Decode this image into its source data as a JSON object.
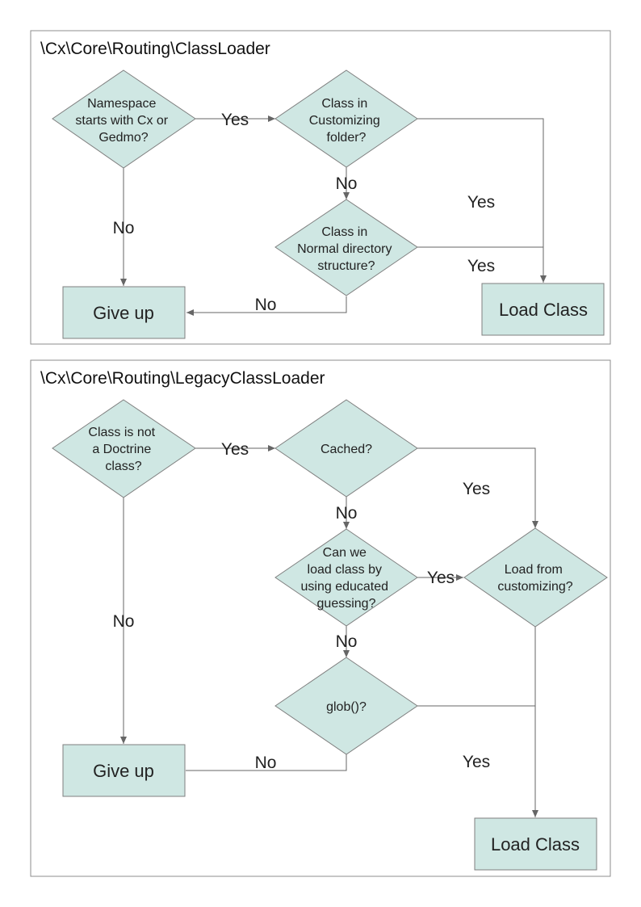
{
  "diagrams": [
    {
      "title": "\\Cx\\Core\\Routing\\ClassLoader",
      "nodes": {
        "namespace_check": [
          "Namespace",
          "starts with Cx or",
          "Gedmo?"
        ],
        "customizing_folder": [
          "Class in",
          "Customizing",
          "folder?"
        ],
        "normal_directory": [
          "Class in",
          "Normal directory",
          "structure?"
        ],
        "give_up": "Give up",
        "load_class": "Load Class"
      },
      "edge_labels": {
        "namespace_yes": "Yes",
        "namespace_no": "No",
        "customizing_no": "No",
        "customizing_yes": "Yes",
        "normal_yes": "Yes",
        "normal_no": "No"
      }
    },
    {
      "title": "\\Cx\\Core\\Routing\\LegacyClassLoader",
      "nodes": {
        "doctrine_check": [
          "Class is not",
          "a Doctrine",
          "class?"
        ],
        "cached": "Cached?",
        "educated_guess": [
          "Can we",
          "load class by",
          "using educated",
          "guessing?"
        ],
        "load_from_customizing": [
          "Load from",
          "customizing?"
        ],
        "glob": "glob()?",
        "give_up": "Give up",
        "load_class": "Load Class"
      },
      "edge_labels": {
        "doctrine_yes": "Yes",
        "doctrine_no": "No",
        "cached_no": "No",
        "cached_yes": "Yes",
        "guess_yes": "Yes",
        "guess_no": "No",
        "glob_yes": "Yes",
        "glob_no": "No"
      }
    }
  ]
}
